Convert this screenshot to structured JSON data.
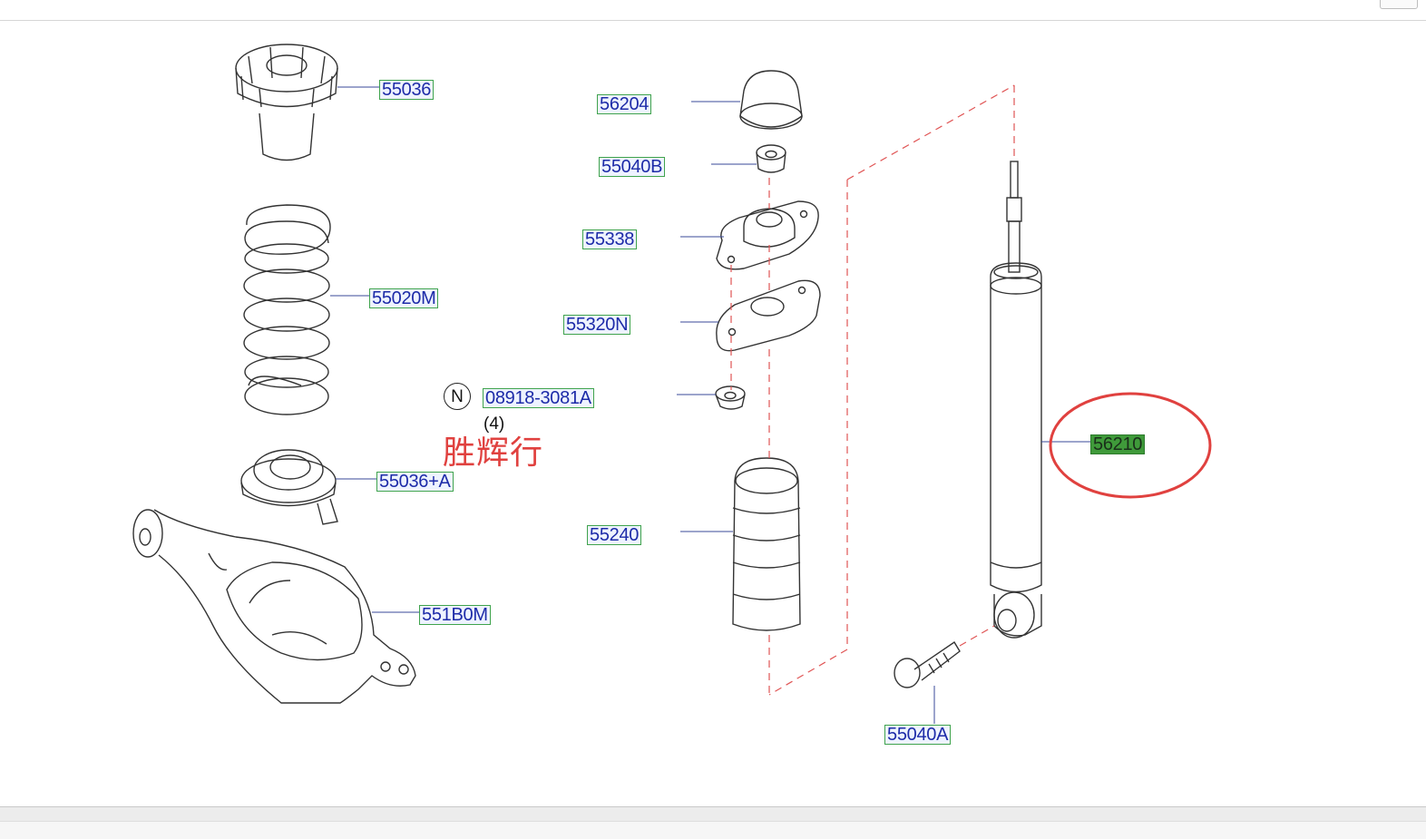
{
  "callouts": {
    "p55036": "55036",
    "p55020M": "55020M",
    "p55036A": "55036+A",
    "p551B0M": "551B0M",
    "p56204": "56204",
    "p55040B": "55040B",
    "p55338": "55338",
    "p55320N": "55320N",
    "p08918": "08918-3081A",
    "p55240": "55240",
    "p56210": "56210",
    "p55040A": "55040A"
  },
  "annotations": {
    "n_marker": "N",
    "quantity": "(4)",
    "watermark": "胜辉行"
  },
  "colors": {
    "label_text": "#1d2ba8",
    "label_border": "#3fa34d",
    "highlight_fill": "#3f9a3a",
    "circle_annotation": "#e0413f",
    "dashed_guide": "#e05555",
    "line_art": "#333333"
  }
}
